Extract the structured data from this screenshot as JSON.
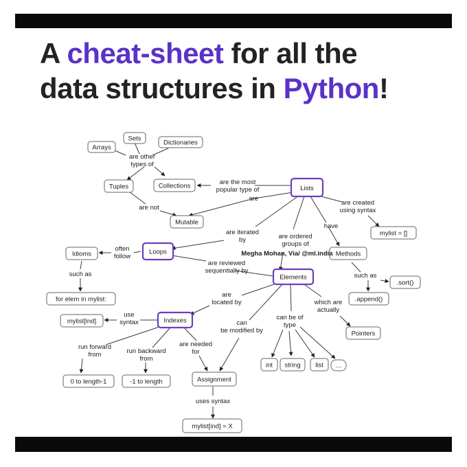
{
  "title": {
    "line1_prefix": "A ",
    "line1_accent": "cheat-sheet",
    "line1_suffix": " for all the",
    "line2_prefix": "data structures in ",
    "line2_accent": "Python",
    "line2_suffix": "!"
  },
  "credit": "Megha Mohan, Via/ @ml.india",
  "colors": {
    "accent": "#5b32c8",
    "hub_border": "#6a3fc0",
    "bars": "#0a0a0a"
  },
  "nodes": {
    "arrays": "Arrays",
    "sets": "Sets",
    "dictionaries": "Dictionaries",
    "tuples": "Tuples",
    "collections": "Collections",
    "lists": "Lists",
    "mutable": "Mutable",
    "mylist_empty": "mylist = []",
    "idioms": "Idioms",
    "loops": "Loops",
    "methods": "Methods",
    "elements": "Elements",
    "sort": ".sort()",
    "for_elem": "for elem in mylist:",
    "append": ".append()",
    "mylist_ind": "mylist[ind]",
    "indexes": "Indexes",
    "pointers": "Pointers",
    "int": "int",
    "string": "string",
    "list": "list",
    "ellipsis": "…",
    "zero_to_len": "0 to length-1",
    "neg_to_len": "-1 to length",
    "assignment": "Assignment",
    "assign_syntax": "mylist[ind] = X"
  },
  "labels": {
    "are_other": "are other",
    "types_of": "types of",
    "most_popular_1": "are the most",
    "most_popular_2": "popular type of",
    "are": "are",
    "are_not": "are not",
    "created_1": "are created",
    "created_2": "using syntax",
    "have": "have",
    "iterated_1": "are iterated",
    "iterated_2": "by",
    "ordered_1": "are ordered",
    "ordered_2": "groups of",
    "often_1": "often",
    "often_2": "follow",
    "reviewed_1": "are reviewed",
    "reviewed_2": "sequentially by",
    "such_as_left": "such as",
    "such_as_right": "such as",
    "located_1": "are",
    "located_2": "located by",
    "actually_1": "which are",
    "actually_2": "actually",
    "use_1": "use",
    "use_2": "syntax",
    "modified_1": "can",
    "modified_2": "be modified by",
    "type_1": "can be of",
    "type_2": "type",
    "forward_1": "run forward",
    "forward_2": "from",
    "backward_1": "run backward",
    "backward_2": "from",
    "needed_1": "are needed",
    "needed_2": "for",
    "uses_syntax": "uses syntax"
  }
}
